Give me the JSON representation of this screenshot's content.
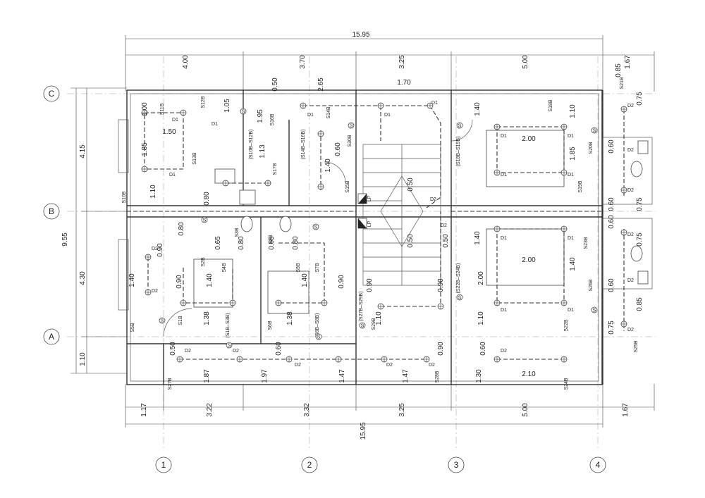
{
  "grid": {
    "rows": [
      "C",
      "B",
      "A"
    ],
    "columns": [
      "1",
      "2",
      "3",
      "4"
    ]
  },
  "dimensions": {
    "top_total": "15.95",
    "top_segments": [
      "4.00",
      "3.70",
      "3.25",
      "5.00",
      "1.67"
    ],
    "bottom_total": "15.95",
    "bottom_segments": [
      "1.17",
      "3.22",
      "3.32",
      "3.25",
      "5.00",
      "1.67"
    ],
    "left_total": "9.55",
    "left_segments": [
      "4.15",
      "4.30",
      "1.10"
    ],
    "right_segment": "0.85"
  },
  "room_dims": [
    "1.00",
    "1.50",
    "1.85",
    "1.10",
    "1.05",
    "1.95",
    "1.13",
    "0.60",
    "1.40",
    "2.65",
    "1.70",
    "0.50",
    "0.80",
    "0.65",
    "0.90",
    "1.38",
    "1.87",
    "1.97",
    "1.47",
    "1.30",
    "2.10",
    "2.00",
    "0.75"
  ],
  "labels": {
    "switches_top": [
      "S11B",
      "S12B",
      "S13B",
      "S10B",
      "S16B",
      "S17B",
      "S14B",
      "S15B",
      "S30B",
      "S18B",
      "S19B",
      "S20B",
      "S21B"
    ],
    "switch_groups": [
      "(S10B–S12B)",
      "(S14B–S16B)",
      "(S18B–S19B)",
      "(S22B–S24B)",
      "(S27B–S29B)",
      "(S1B–S3B)",
      "(S6B–S8B)"
    ],
    "switches_bottom": [
      "S1B",
      "S2B",
      "S3B",
      "S4B",
      "S5B",
      "S6B",
      "S7B",
      "S8B",
      "S9B",
      "S22B",
      "S23B",
      "S24B",
      "S25B",
      "S26B",
      "S27B",
      "S28B",
      "S29B"
    ],
    "drivers": [
      "D1",
      "D2"
    ],
    "panel": "LP",
    "switch_symbol": "S"
  }
}
